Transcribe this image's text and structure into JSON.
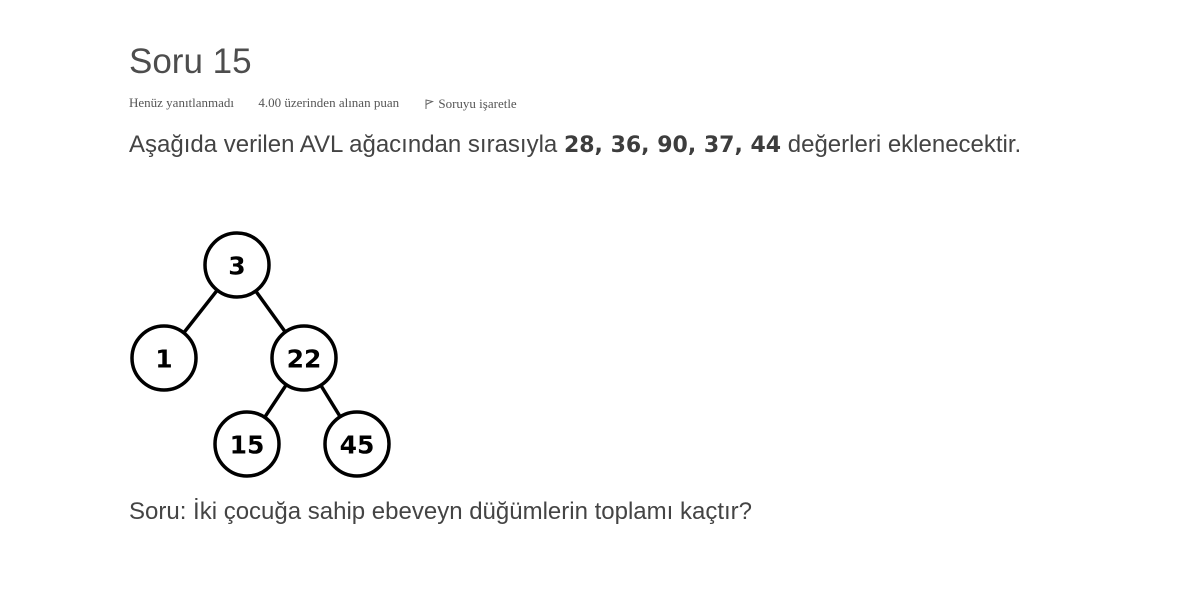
{
  "question": {
    "title": "Soru 15",
    "state": "Henüz yanıtlanmadı",
    "grade": "4.00 üzerinden alınan puan",
    "flag_label": "Soruyu işaretle",
    "flag_icon": "flag-icon",
    "text_before": "Aşağıda verilen AVL ağacından sırasıyla ",
    "values": "28, 36, 90, 37, 44",
    "text_after": " değerleri eklenecektir.",
    "prompt": "Soru: İki çocuğa sahip ebeveyn düğümlerin toplamı kaçtır?"
  },
  "tree": {
    "nodes": [
      {
        "id": "n3",
        "label": "3"
      },
      {
        "id": "n1",
        "label": "1"
      },
      {
        "id": "n22",
        "label": "22"
      },
      {
        "id": "n15",
        "label": "15"
      },
      {
        "id": "n45",
        "label": "45"
      }
    ],
    "edges": [
      [
        "n3",
        "n1"
      ],
      [
        "n3",
        "n22"
      ],
      [
        "n22",
        "n15"
      ],
      [
        "n22",
        "n45"
      ]
    ]
  }
}
